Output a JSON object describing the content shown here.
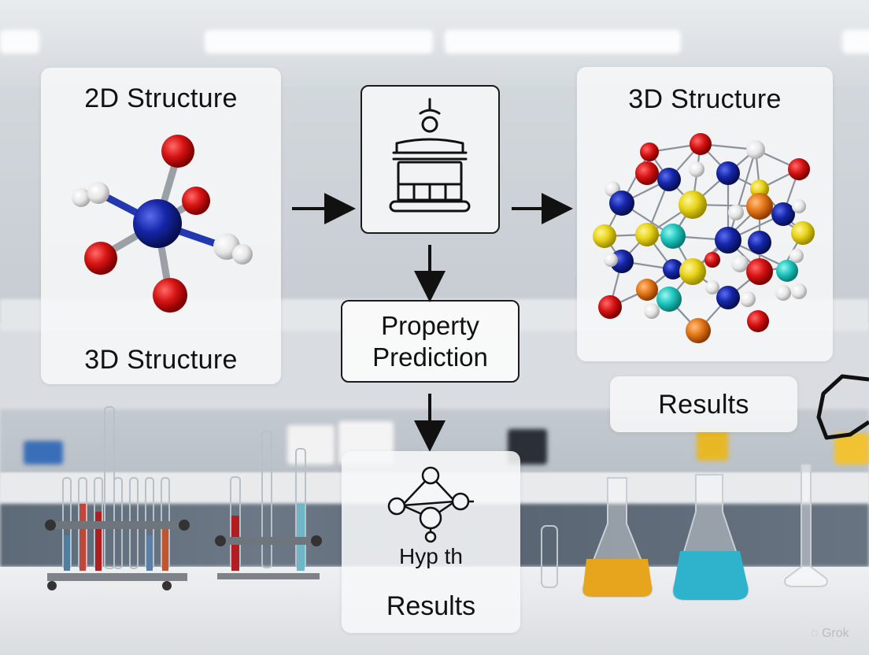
{
  "panel_2d": {
    "title": "2D Structure",
    "caption": "3D Structure"
  },
  "model": {
    "icon": "robot-reactor-icon"
  },
  "property_prediction": {
    "line1": "Property",
    "line2": "Prediction"
  },
  "panel_3d": {
    "title": "3D Structure"
  },
  "results_right": {
    "label": "Results"
  },
  "results_bottom": {
    "partial_text": "Hyp th",
    "label": "Results",
    "icon": "network-graph-icon"
  },
  "watermark": {
    "text": "Grok"
  },
  "colors": {
    "oxygen_red": "#d81414",
    "nitrogen_blue": "#1526a8",
    "hydrogen_white": "#eeeeee",
    "sulfur_yellow": "#e8d41a",
    "cyan": "#1fc8c0",
    "orange": "#e6781a"
  }
}
